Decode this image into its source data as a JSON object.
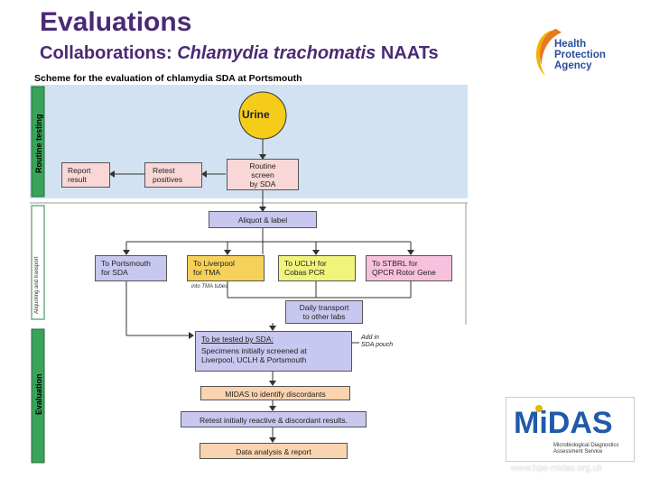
{
  "slide": {
    "title": "Evaluations",
    "subtitle_prefix": "Collaborations: ",
    "subtitle_italic": "Chlamydia trachomatis",
    "subtitle_suffix": " NAATs",
    "url": "www.hpa-midas.org.uk"
  },
  "hpa_logo": {
    "line1": "Health",
    "line2": "Protection",
    "line3": "Agency"
  },
  "midas_logo": {
    "name": "MiDAS",
    "tagline1": "Microbiological Diagnostics",
    "tagline2": "Assessment Service"
  },
  "diagram": {
    "title": "Scheme for the evaluation of chlamydia SDA at Portsmouth",
    "bands": {
      "routine": "Routine testing",
      "aliquoting": "Aliquoting and transport",
      "evaluation": "Evaluation"
    },
    "nodes": {
      "urine": "Urine",
      "routine_screen_1": "Routine",
      "routine_screen_2": "screen",
      "routine_screen_3": "by SDA",
      "retest_1": "Retest",
      "retest_2": "positives",
      "report_1": "Report",
      "report_2": "result",
      "aliquot": "Aliquot & label",
      "portsmouth_1": "To Portsmouth",
      "portsmouth_2": "for SDA",
      "liverpool_1": "To Liverpool",
      "liverpool_2": "for TMA",
      "liverpool_note": "into TMA tubes",
      "uclh_1": "To UCLH for",
      "uclh_2": "Cobas PCR",
      "stbrl_1": "To STBRL for",
      "stbrl_2": "QPCR Rotor Gene",
      "transport_1": "Daily transport",
      "transport_2": "to other labs",
      "tested_1": "To be tested by SDA:",
      "tested_2": "Specimens initially screened at",
      "tested_3": "Liverpool, UCLH & Portsmouth",
      "pouch_1": "Add in",
      "pouch_2": "SDA pouch",
      "midas_step": "MIDAS to identify discordants",
      "retest_initial": "Retest initially reactive & discordant results.",
      "analysis": "Data analysis & report"
    }
  }
}
